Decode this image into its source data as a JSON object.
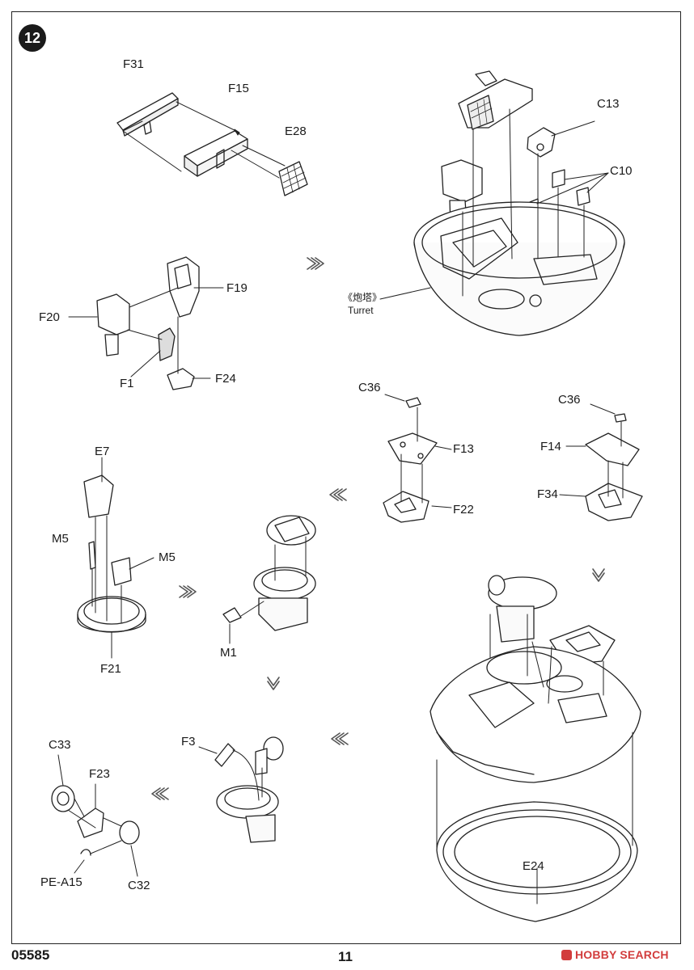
{
  "step": {
    "number": "12"
  },
  "labels": {
    "F31": "F31",
    "F15": "F15",
    "E28": "E28",
    "C13": "C13",
    "C10": "C10",
    "turret_cn": "《炮塔》",
    "turret_en": "Turret",
    "F19": "F19",
    "F20": "F20",
    "F1": "F1",
    "F24": "F24",
    "C36_a": "C36",
    "F13": "F13",
    "F22": "F22",
    "C36_b": "C36",
    "F14": "F14",
    "F34": "F34",
    "E7": "E7",
    "M5_a": "M5",
    "M5_b": "M5",
    "M1": "M1",
    "F21": "F21",
    "F3": "F3",
    "C33": "C33",
    "F23": "F23",
    "PE_A15": "PE-A15",
    "C32": "C32",
    "E24": "E24"
  },
  "footer": {
    "product_code": "05585",
    "page_number": "11"
  },
  "watermark": {
    "text": "HOBBY SEARCH",
    "color": "#d23c3c"
  }
}
